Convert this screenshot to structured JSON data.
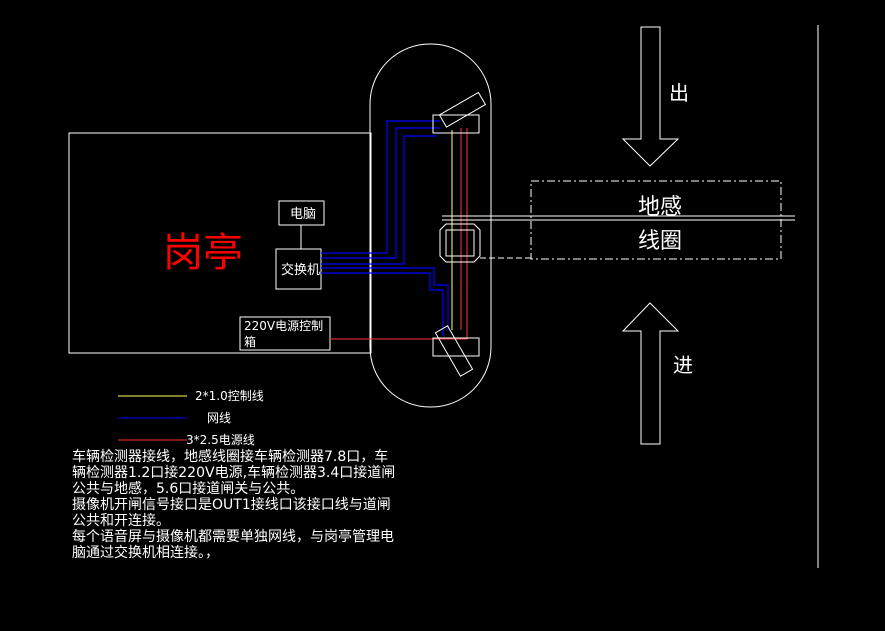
{
  "booth": {
    "label": "岗亭",
    "label_color": "#ff0000"
  },
  "components": {
    "computer": "电脑",
    "switch": "交换机",
    "power_box_line1": "220V电源控制",
    "power_box_line2": "箱"
  },
  "loop": {
    "line1": "地感",
    "line2": "线圈"
  },
  "directions": {
    "exit": "出",
    "entry": "进"
  },
  "legend": [
    {
      "name": "2*1.0控制线",
      "color": "#ffff66"
    },
    {
      "name": "网线",
      "color": "#0000ff"
    },
    {
      "name": "3*2.5电源线",
      "color": "#ff3333"
    }
  ],
  "notes": [
    "车辆检测器接线，地感线圈接车辆检测器7.8口，车辆检测器1.2口接220V电源,车辆检测器3.4口接道闸公共与地感，5.6口接道闸关与公共。",
    "摄像机开闸信号接口是OUT1接线口该接口线与道闸公共和开连接。",
    "每个语音屏与摄像机都需要单独网线，与岗亭管理电脑通过交换机相连接。，"
  ]
}
